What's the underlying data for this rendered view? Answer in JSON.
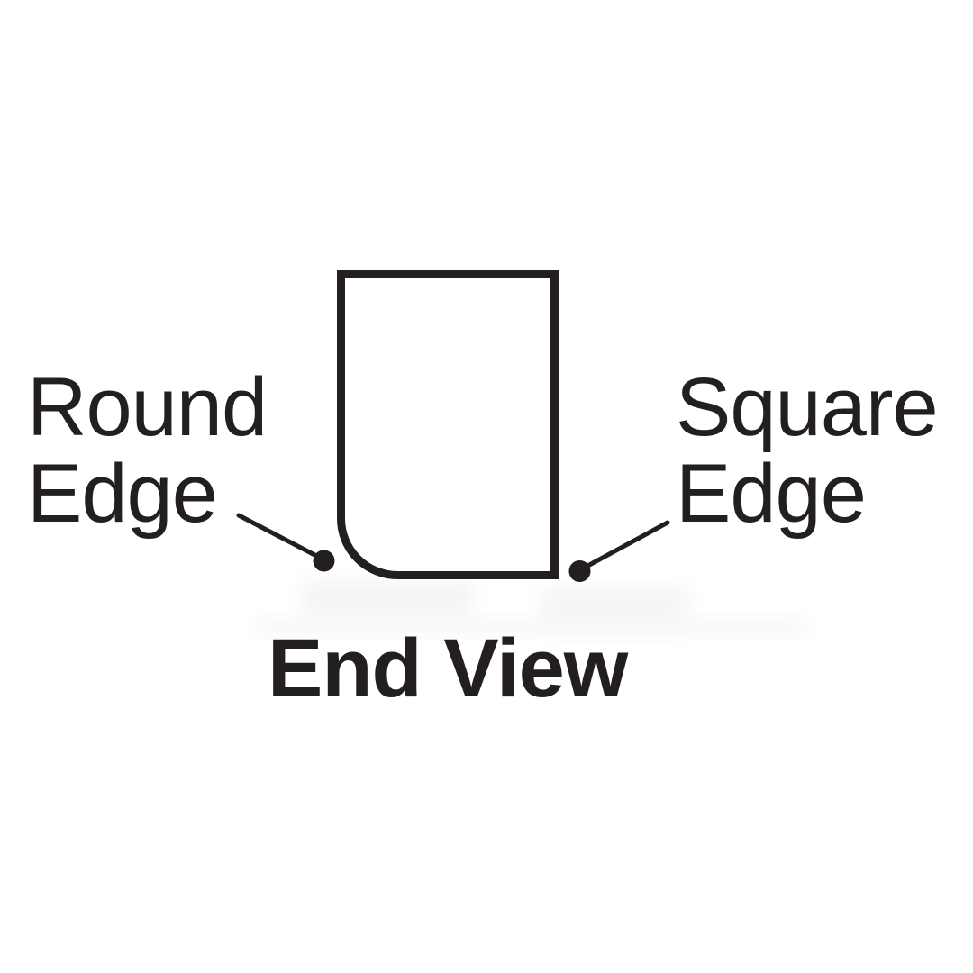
{
  "page": {
    "background_color": "#ffffff"
  },
  "diagram": {
    "title": "End View",
    "ink_color": "#231f20",
    "shape": {
      "name": "board-end-profile",
      "rounded_corner": "bottom-left",
      "square_corner": "bottom-right"
    },
    "callouts": [
      {
        "side": "left",
        "label": "Round\nEdge",
        "points_to": "rounded bottom-left corner"
      },
      {
        "side": "right",
        "label": "Square\nEdge",
        "points_to": "square bottom-right corner"
      }
    ]
  }
}
